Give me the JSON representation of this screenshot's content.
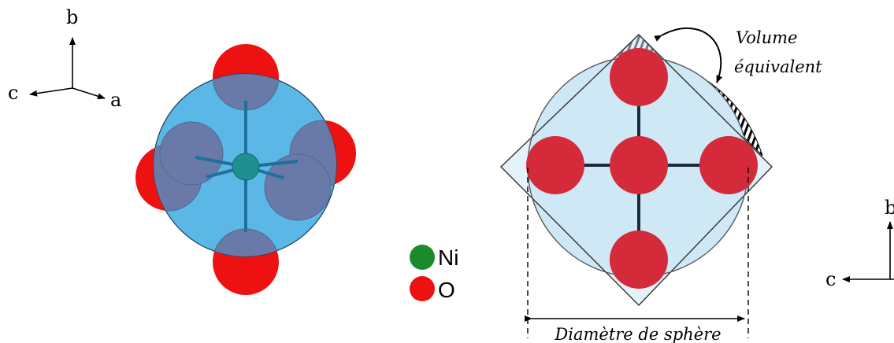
{
  "axes_left": {
    "vertical": "b",
    "horizontal": "c",
    "diagonal": "a"
  },
  "axes_right": {
    "vertical": "b",
    "horizontal": "c"
  },
  "legend": [
    {
      "label": "Ni",
      "color": "#1a8a2a"
    },
    {
      "label": "O",
      "color": "#ee1111"
    }
  ],
  "annotations": {
    "equivalent_volume": [
      "Volume",
      "équivalent"
    ],
    "sphere_diameter": "Diamètre de sphère"
  },
  "colors": {
    "oxygen_red": "#ee1111",
    "oxygen_dark": "#d42a3a",
    "sphere_blue": "#5bb8e6",
    "overlap_blue": "#6a7aa8",
    "light_blue": "#cfe8f5",
    "nickel_teal": "#1f8f8f",
    "bond": "#1f3a4a"
  }
}
